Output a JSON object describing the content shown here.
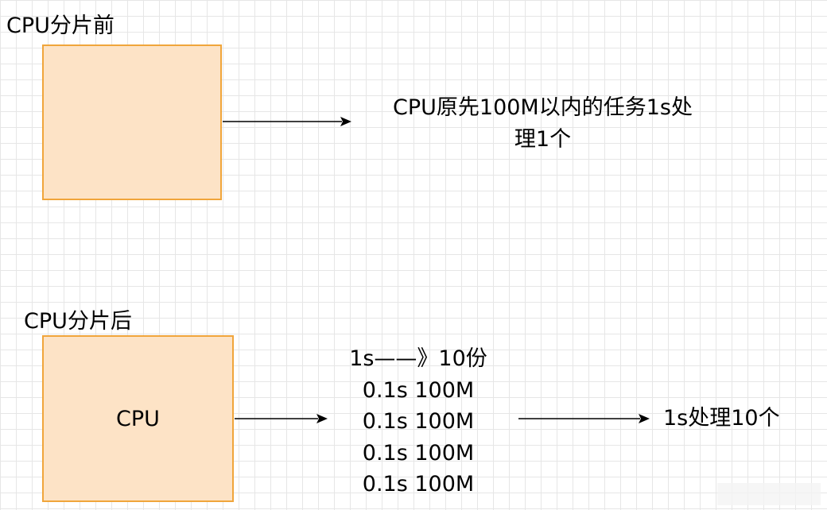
{
  "before": {
    "title": "CPU分片前",
    "box_label": "",
    "desc_line1": "CPU原先100M以内的任务1s处",
    "desc_line2": "理1个"
  },
  "after": {
    "title": "CPU分片后",
    "box_label": "CPU",
    "slices": [
      "1s——》10份",
      "0.1s  100M",
      "0.1s 100M",
      "0.1s 100M",
      "0.1s 100M"
    ],
    "result": "1s处理10个"
  },
  "colors": {
    "box_fill": "#fde3c6",
    "box_stroke": "#f0a53b",
    "grid": "#e6e6e6",
    "arrow": "#000000"
  }
}
